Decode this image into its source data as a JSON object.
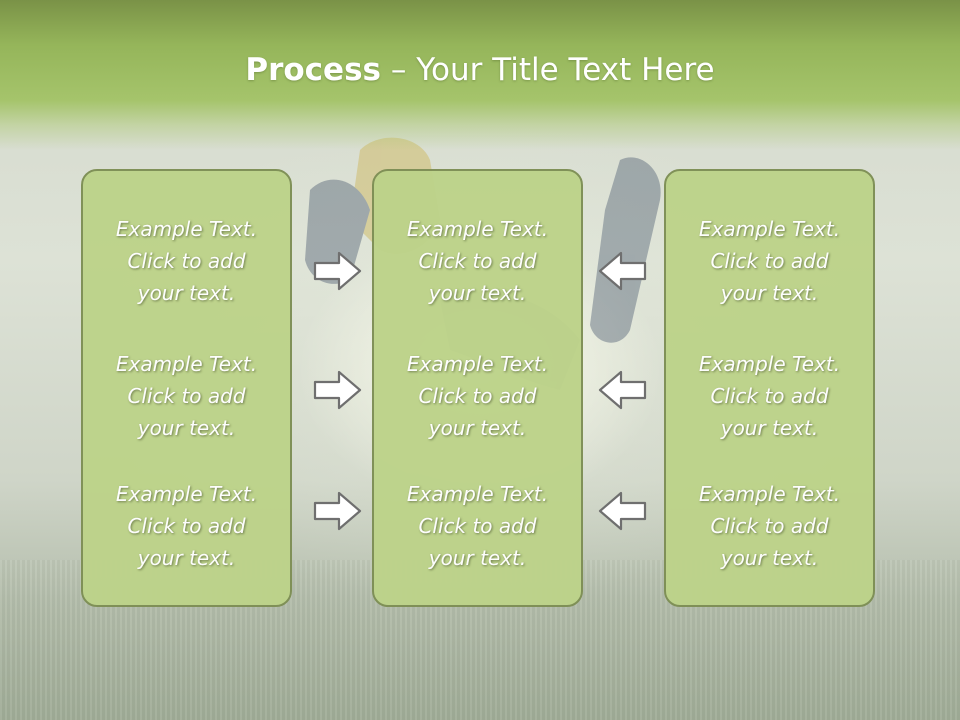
{
  "slide": {
    "title_bold": "Process",
    "title_rest": " – Your Title Text Here"
  },
  "columns": [
    {
      "items": [
        {
          "l1": "Example Text.",
          "l2": "Click  to add",
          "l3": "your text."
        },
        {
          "l1": "Example Text.",
          "l2": "Click  to add",
          "l3": "your text."
        },
        {
          "l1": "Example Text.",
          "l2": "Click  to add",
          "l3": "your text."
        }
      ]
    },
    {
      "items": [
        {
          "l1": "Example Text.",
          "l2": "Click  to add",
          "l3": "your text."
        },
        {
          "l1": "Example Text.",
          "l2": "Click  to add",
          "l3": "your text."
        },
        {
          "l1": "Example Text.",
          "l2": "Click  to add",
          "l3": "your text."
        }
      ]
    },
    {
      "items": [
        {
          "l1": "Example Text.",
          "l2": "Click  to add",
          "l3": "your text."
        },
        {
          "l1": "Example Text.",
          "l2": "Click  to add",
          "l3": "your text."
        },
        {
          "l1": "Example Text.",
          "l2": "Click  to add",
          "l3": "your text."
        }
      ]
    }
  ],
  "arrows": {
    "left_group_direction": "right",
    "right_group_direction": "left",
    "icon": "outline-arrow-icon"
  },
  "colors": {
    "header_green": "#95b55a",
    "box_fill": "#bdd38a",
    "box_border": "#7e8f55",
    "arrow_fill": "#ffffff",
    "arrow_stroke": "#6f6f6f"
  }
}
